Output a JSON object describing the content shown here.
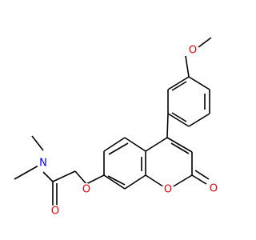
{
  "atoms": {
    "o_methoxy": "O",
    "o_ether": "O",
    "o_ring": "O",
    "o_lactone_carbonyl": "O",
    "o_amide_carbonyl": "O",
    "n_amide": "N"
  },
  "colors": {
    "oxygen": "#e8000b",
    "nitrogen": "#0000ff",
    "bond": "#000000",
    "background": "#ffffff"
  }
}
